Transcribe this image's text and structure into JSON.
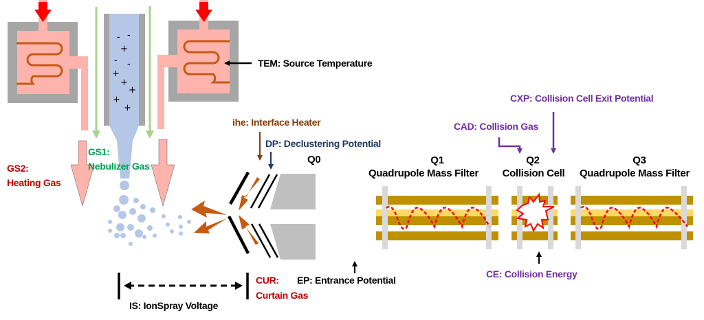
{
  "diagram": {
    "title": "Triple quadrupole mass spectrometer ion source and ion path parameters",
    "colors": {
      "heater_block": "#a6a6a6",
      "heater_gas": "#ffb3ad",
      "coil": "#c55a11",
      "red_arrow": "#ff0000",
      "nebulizer_gas": "#a9d18e",
      "sample": "#b4c7e7",
      "interface_arrow": "#c55a11",
      "q0_body": "#bfbfbf",
      "rod": "#bf9000",
      "rod_light": "#ffd966",
      "rod_support": "#d9d9d9",
      "ion_path": "#ff0000",
      "gs2_text": "#c00000",
      "gs1_text": "#00a050",
      "ihe_text": "#843c0c",
      "dp_text": "#1f3864",
      "collision_text": "#7030a0",
      "cur_text": "#c00000",
      "black_text": "#000000"
    },
    "sample_charges": [
      "-",
      "-",
      "+",
      "-",
      "-",
      "+",
      "+",
      "+",
      "+",
      "+"
    ],
    "labels": {
      "tem": "TEM: Source Temperature",
      "gs2_line1": "GS2:",
      "gs2_line2": "Heating Gas",
      "gs1_line1": "GS1:",
      "gs1_line2": "Nebulizer Gas",
      "ihe": "ihe: Interface Heater",
      "dp": "DP: Declustering Potential",
      "q0": "Q0",
      "q1": "Q1",
      "q1_desc": "Quadrupole Mass Filter",
      "q2": "Q2",
      "q2_desc": "Collision Cell",
      "q3": "Q3",
      "q3_desc": "Quadrupole Mass Filter",
      "cad": "CAD: Collision Gas",
      "cxp": "CXP: Collision Cell Exit Potential",
      "ce": "CE: Collision Energy",
      "cur_line1": "CUR:",
      "cur_line2": "Curtain Gas",
      "ep": "EP: Entrance Potential",
      "is": "IS: IonSpray Voltage"
    }
  }
}
